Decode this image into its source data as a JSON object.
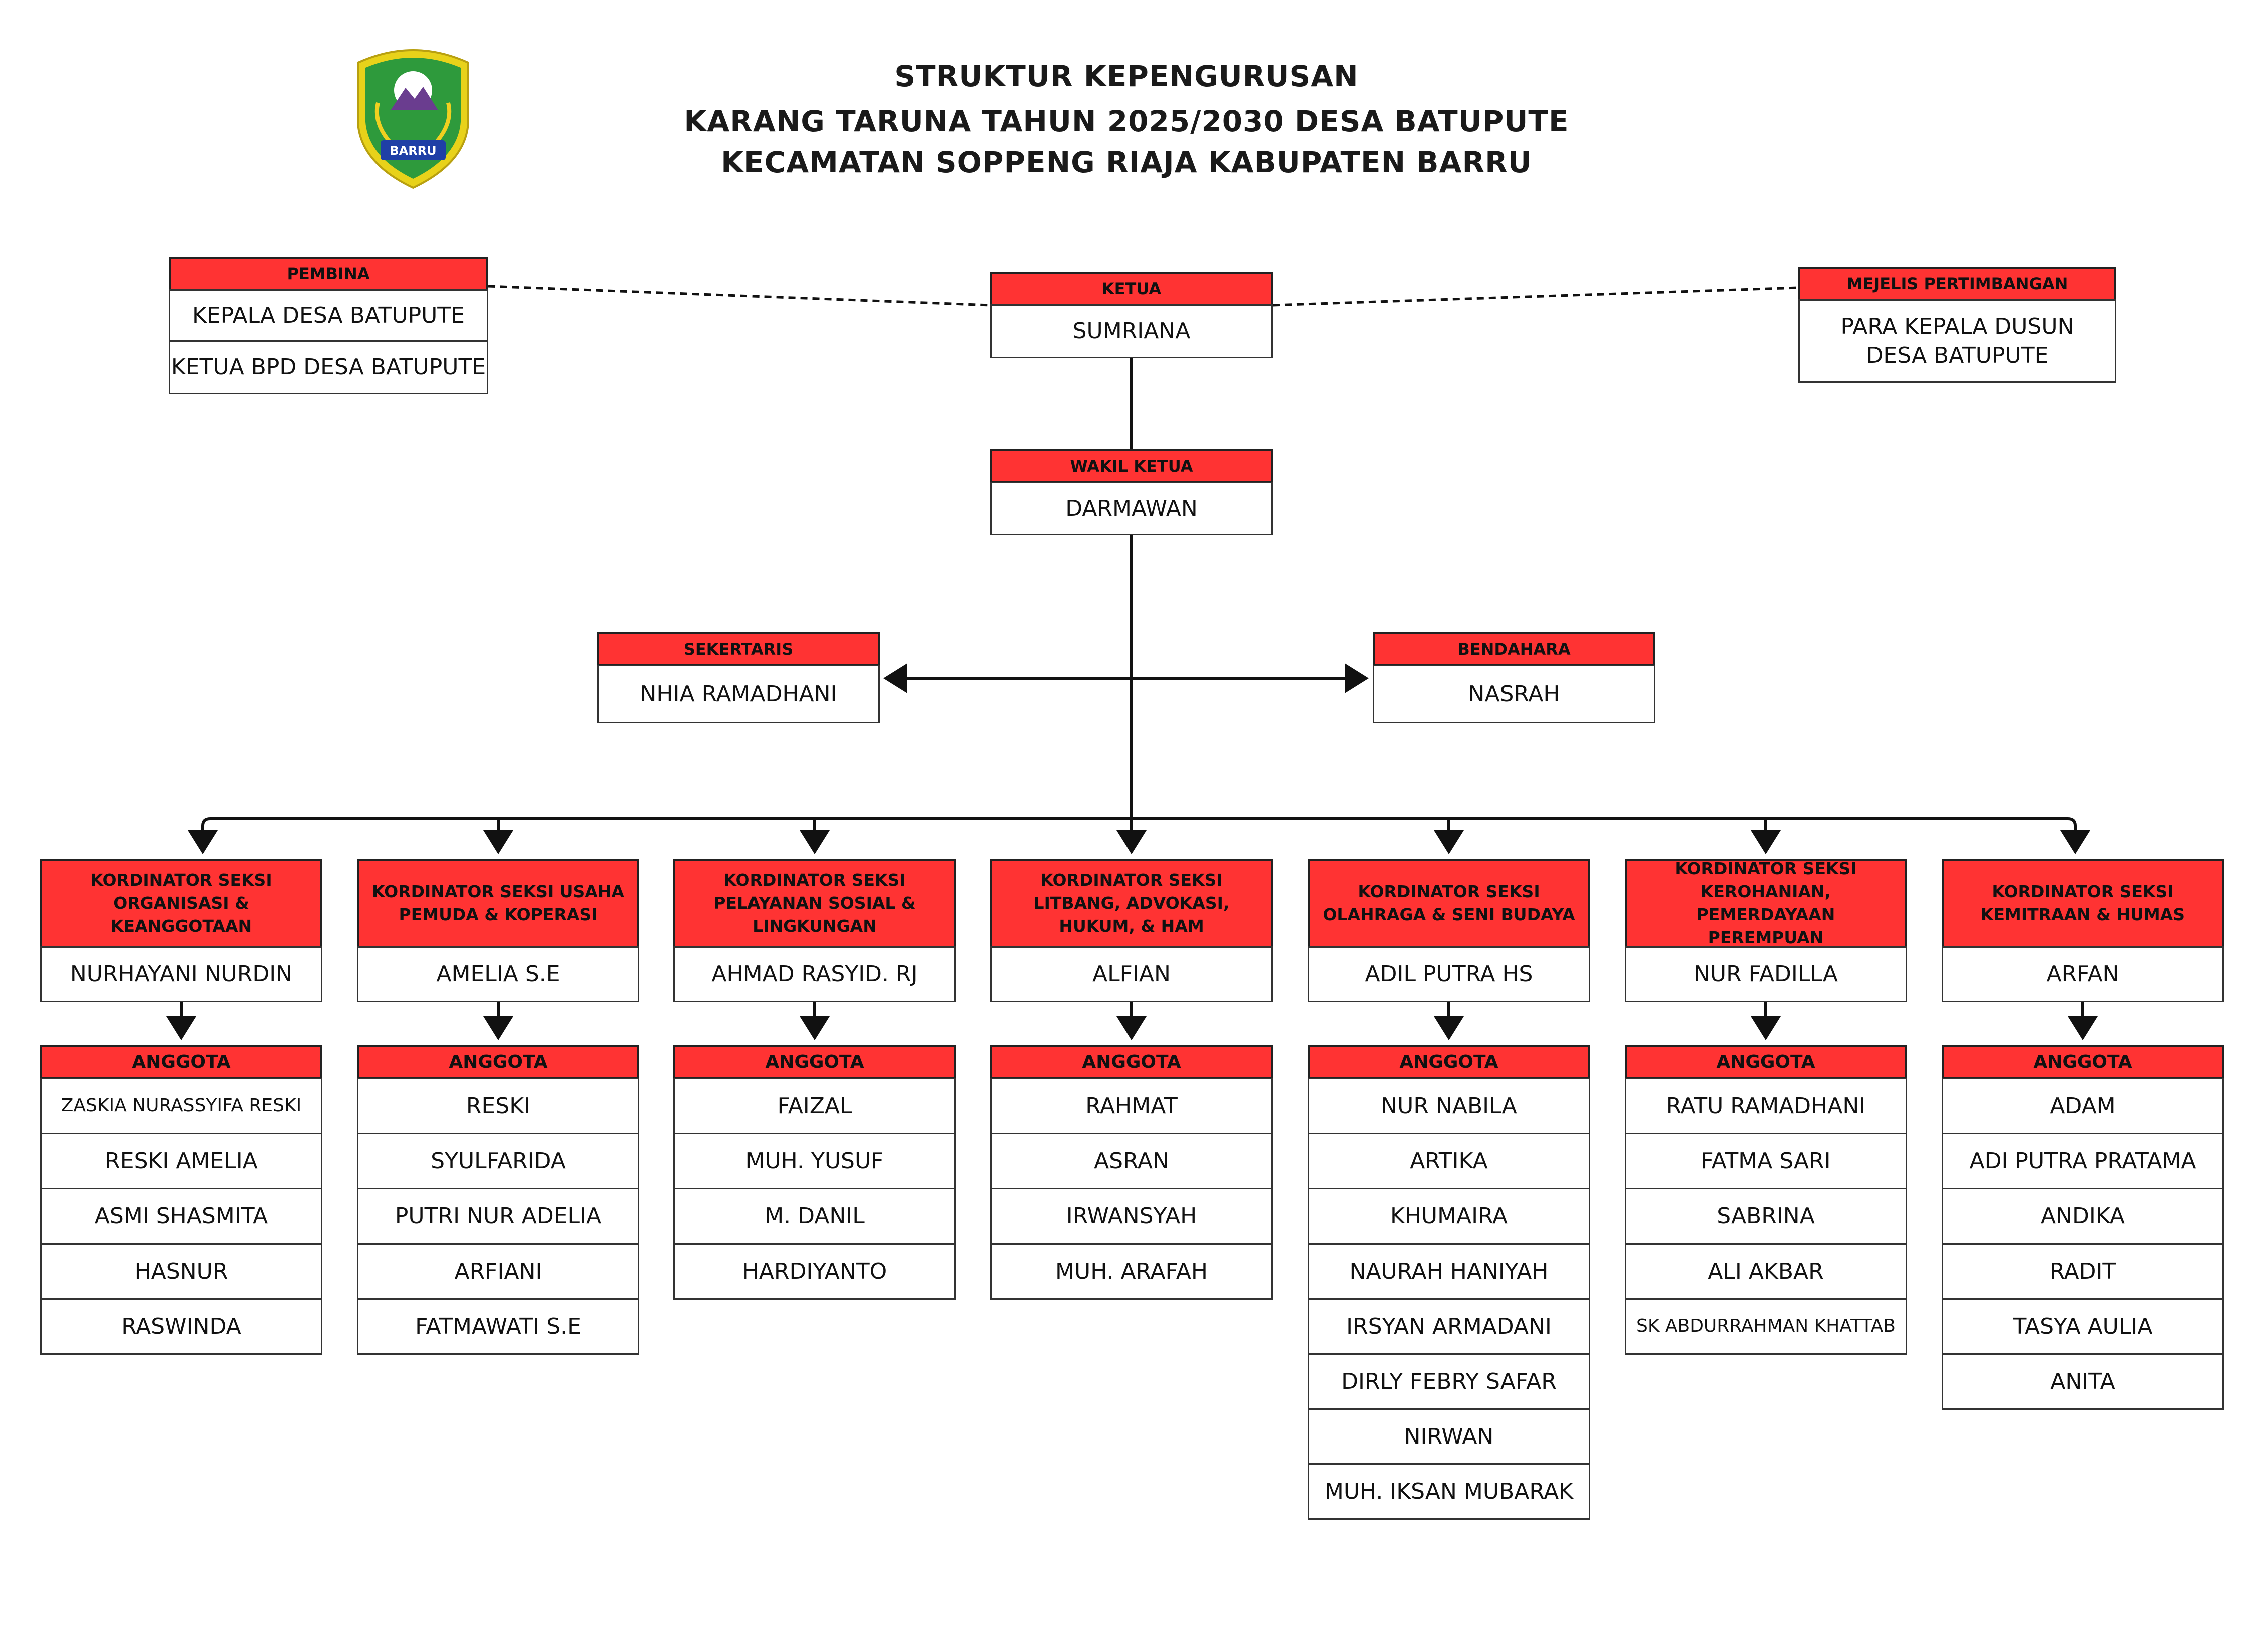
{
  "title": {
    "line1": "STRUKTUR KEPENGURUSAN",
    "line2": "KARANG TARUNA TAHUN 2025/2030 DESA BATUPUTE",
    "line3": "KECAMATAN SOPPENG RIAJA KABUPATEN BARRU"
  },
  "logo": {
    "text": "BARRU",
    "icon": "barru-regency-emblem-icon"
  },
  "colors": {
    "header": "#ff3333",
    "border": "#222222",
    "line": "#111111"
  },
  "pembina": {
    "header": "PEMBINA",
    "members": [
      "KEPALA DESA BATUPUTE",
      "KETUA BPD DESA BATUPUTE"
    ]
  },
  "ketua": {
    "header": "KETUA",
    "name": "SUMRIANA"
  },
  "majelis": {
    "header": "MEJELIS PERTIMBANGAN",
    "name": "PARA KEPALA DUSUN DESA BATUPUTE"
  },
  "wakil": {
    "header": "WAKIL KETUA",
    "name": "DARMAWAN"
  },
  "sekretaris": {
    "header": "SEKERTARIS",
    "name": "NHIA RAMADHANI"
  },
  "bendahara": {
    "header": "BENDAHARA",
    "name": "NASRAH"
  },
  "sections": [
    {
      "header": "KORDINATOR SEKSI ORGANISASI & KEANGGOTAAN",
      "coordinator": "NURHAYANI NURDIN",
      "members_header": "ANGGOTA",
      "members": [
        "ZASKIA NURASSYIFA RESKI",
        "RESKI AMELIA",
        "ASMI SHASMITA",
        "HASNUR",
        "RASWINDA"
      ]
    },
    {
      "header": "KORDINATOR SEKSI USAHA PEMUDA & KOPERASI",
      "coordinator": "AMELIA S.E",
      "members_header": "ANGGOTA",
      "members": [
        "RESKI",
        "SYULFARIDA",
        "PUTRI NUR ADELIA",
        "ARFIANI",
        "FATMAWATI S.E"
      ]
    },
    {
      "header": "KORDINATOR SEKSI PELAYANAN SOSIAL & LINGKUNGAN",
      "coordinator": "AHMAD RASYID. RJ",
      "members_header": "ANGGOTA",
      "members": [
        "FAIZAL",
        "MUH. YUSUF",
        "M. DANIL",
        "HARDIYANTO"
      ]
    },
    {
      "header": "KORDINATOR SEKSI LITBANG, ADVOKASI, HUKUM, & HAM",
      "coordinator": "ALFIAN",
      "members_header": "ANGGOTA",
      "members": [
        "RAHMAT",
        "ASRAN",
        "IRWANSYAH",
        "MUH. ARAFAH"
      ]
    },
    {
      "header": "KORDINATOR SEKSI OLAHRAGA & SENI BUDAYA",
      "coordinator": "ADIL PUTRA HS",
      "members_header": "ANGGOTA",
      "members": [
        "NUR NABILA",
        "ARTIKA",
        "KHUMAIRA",
        "NAURAH HANIYAH",
        "IRSYAN ARMADANI",
        "DIRLY FEBRY SAFAR",
        "NIRWAN",
        "MUH. IKSAN MUBARAK"
      ]
    },
    {
      "header": "KORDINATOR SEKSI KEROHANIAN, PEMERDAYAAN PEREMPUAN",
      "coordinator": "NUR FADILLA",
      "members_header": "ANGGOTA",
      "members": [
        "RATU RAMADHANI",
        "FATMA SARI",
        "SABRINA",
        "ALI AKBAR",
        "SK ABDURRAHMAN KHATTAB"
      ]
    },
    {
      "header": "KORDINATOR SEKSI KEMITRAAN & HUMAS",
      "coordinator": "ARFAN",
      "members_header": "ANGGOTA",
      "members": [
        "ADAM",
        "ADI PUTRA PRATAMA",
        "ANDIKA",
        "RADIT",
        "TASYA AULIA",
        "ANITA"
      ]
    }
  ]
}
